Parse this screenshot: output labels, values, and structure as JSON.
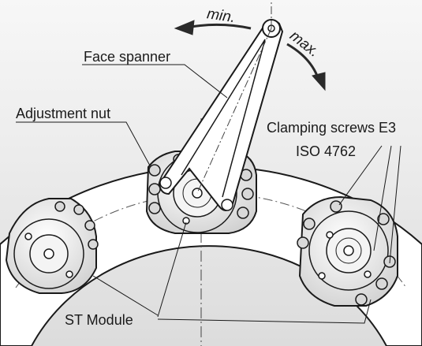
{
  "labels": {
    "min": "min.",
    "max": "max.",
    "face_spanner": "Face spanner",
    "adjustment_nut": "Adjustment nut",
    "clamping_screws": "Clamping screws E3",
    "iso": "ISO 4762",
    "st_module": "ST Module"
  },
  "colors": {
    "line": "#1a1a1a",
    "ring_fill": "#ffffff",
    "module_fill": "#e6e6e6",
    "arrow": "#2a2a2a"
  }
}
